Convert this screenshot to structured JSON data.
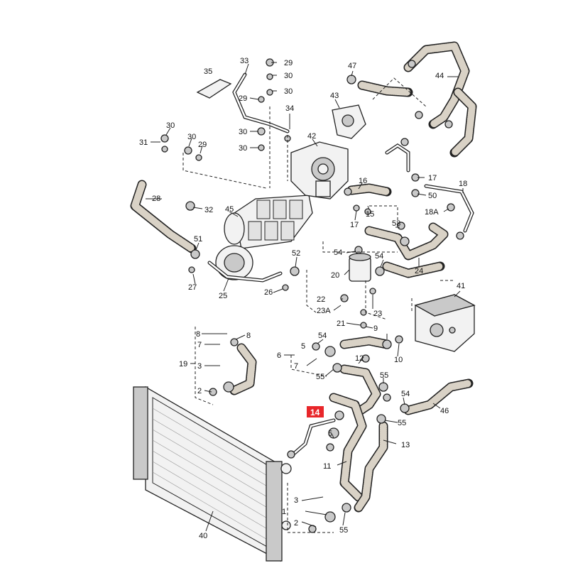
{
  "labels": {
    "l1": "1",
    "l2a": "2",
    "l2b": "2",
    "l3a": "3",
    "l3b": "3",
    "l5": "5",
    "l6": "6",
    "l7a": "7",
    "l7b": "7",
    "l8a": "8",
    "l8b": "8",
    "l10": "10",
    "l11": "11",
    "l12": "12",
    "l13": "13",
    "l14": "14",
    "l15": "15",
    "l16": "16",
    "l17a": "17",
    "l17b": "17",
    "l18": "18",
    "l18A": "18A",
    "l19": "19",
    "l20": "20",
    "l21": "21",
    "l22": "22",
    "l23": "23",
    "l23A": "23A",
    "l24": "24",
    "l25": "25",
    "l26": "26",
    "l27": "27",
    "l28": "28",
    "l29a": "29",
    "l29b": "29",
    "l29c": "29",
    "l30a": "30",
    "l30b": "30",
    "l30c": "30",
    "l30d": "30",
    "l30e": "30",
    "l30f": "30",
    "l31": "31",
    "l32": "32",
    "l33": "33",
    "l34": "34",
    "l35": "35",
    "l40": "40",
    "l41": "41",
    "l42": "42",
    "l43": "43",
    "l44": "44",
    "l45": "45",
    "l46": "46",
    "l47": "47",
    "l50": "50",
    "l51": "51",
    "l52": "52",
    "l53": "53",
    "l54a": "54",
    "l54b": "54",
    "l54c": "54",
    "l54d": "54",
    "l55a": "55",
    "l55b": "55",
    "l55c": "55",
    "l55d": "55",
    "l9": "9"
  },
  "highlight": {
    "label": "14",
    "color": "#e8262a"
  },
  "colors": {
    "line": "#222222",
    "hose_fill": "#d9d2c6",
    "background": "#ffffff"
  }
}
